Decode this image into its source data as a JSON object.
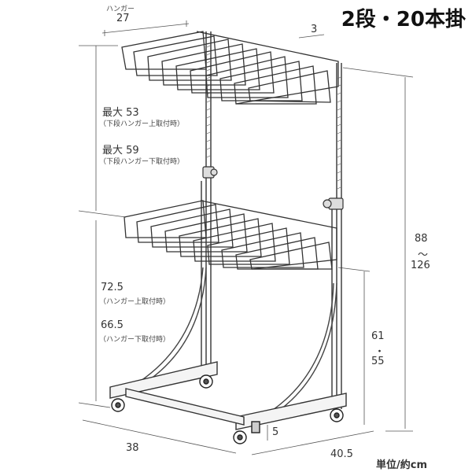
{
  "title": "2段・20本掛",
  "unit_label": "単位/約cm",
  "dimensions": {
    "hanger_label": "ハンガー",
    "hanger_width": "27",
    "hanger_gap": "3",
    "max_upper": "最大 53",
    "max_upper_note": "（下段ハンガー上取付時）",
    "max_lower": "最大 59",
    "max_lower_note": "（下段ハンガー下取付時）",
    "total_height_min": "88",
    "total_height_tilde": "～",
    "total_height_max": "126",
    "lower_upper": "72.5",
    "lower_upper_note": "（ハンガー上取付時）",
    "lower_lower": "66.5",
    "lower_lower_note": "（ハンガー下取付時）",
    "side_height_a": "61",
    "side_height_dot": "・",
    "side_height_b": "55",
    "caster_height": "5",
    "width": "38",
    "depth": "40.5"
  }
}
